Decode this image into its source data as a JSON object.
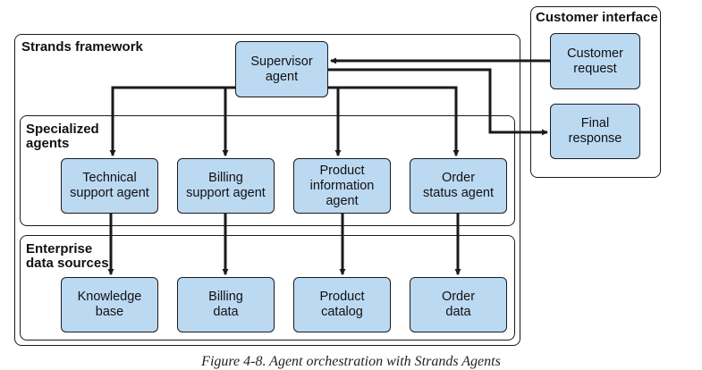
{
  "groups": {
    "framework": "Strands framework",
    "customer_interface": "Customer interface",
    "specialized": "Specialized\nagents",
    "enterprise": "Enterprise\ndata sources"
  },
  "nodes": {
    "supervisor": "Supervisor\nagent",
    "customer_request": "Customer\nrequest",
    "final_response": "Final\nresponse",
    "technical_support": "Technical\nsupport agent",
    "billing_support": "Billing\nsupport agent",
    "product_information": "Product\ninformation\nagent",
    "order_status": "Order\nstatus agent",
    "knowledge_base": "Knowledge\nbase",
    "billing_data": "Billing\ndata",
    "product_catalog": "Product\ncatalog",
    "order_data": "Order\ndata"
  },
  "caption": "Figure 4-8. Agent orchestration with Strands Agents",
  "colors": {
    "node_fill": "#bcd9f2",
    "stroke": "#1a1a1a"
  }
}
